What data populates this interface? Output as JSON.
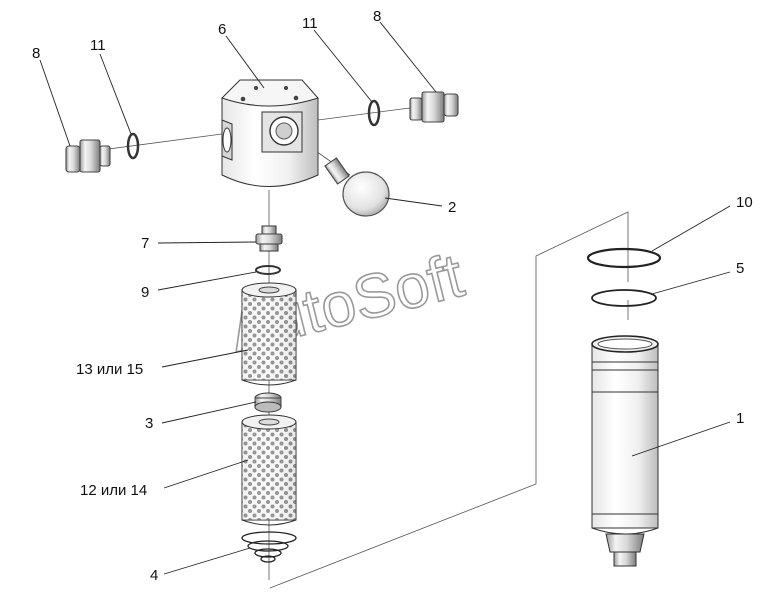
{
  "watermark": "AutoSoft",
  "labels": {
    "l1": "1",
    "l2": "2",
    "l3": "3",
    "l4": "4",
    "l5": "5",
    "l6": "6",
    "l7": "7",
    "l8_left": "8",
    "l8_right": "8",
    "l9": "9",
    "l10": "10",
    "l11_left": "11",
    "l11_right": "11",
    "l12": "12 или 14",
    "l13": "13 или 15"
  },
  "colors": {
    "line": "#222222",
    "metal_light": "#f2f2f2",
    "metal_mid": "#cfcfcf",
    "metal_dark": "#8f8f8f"
  }
}
